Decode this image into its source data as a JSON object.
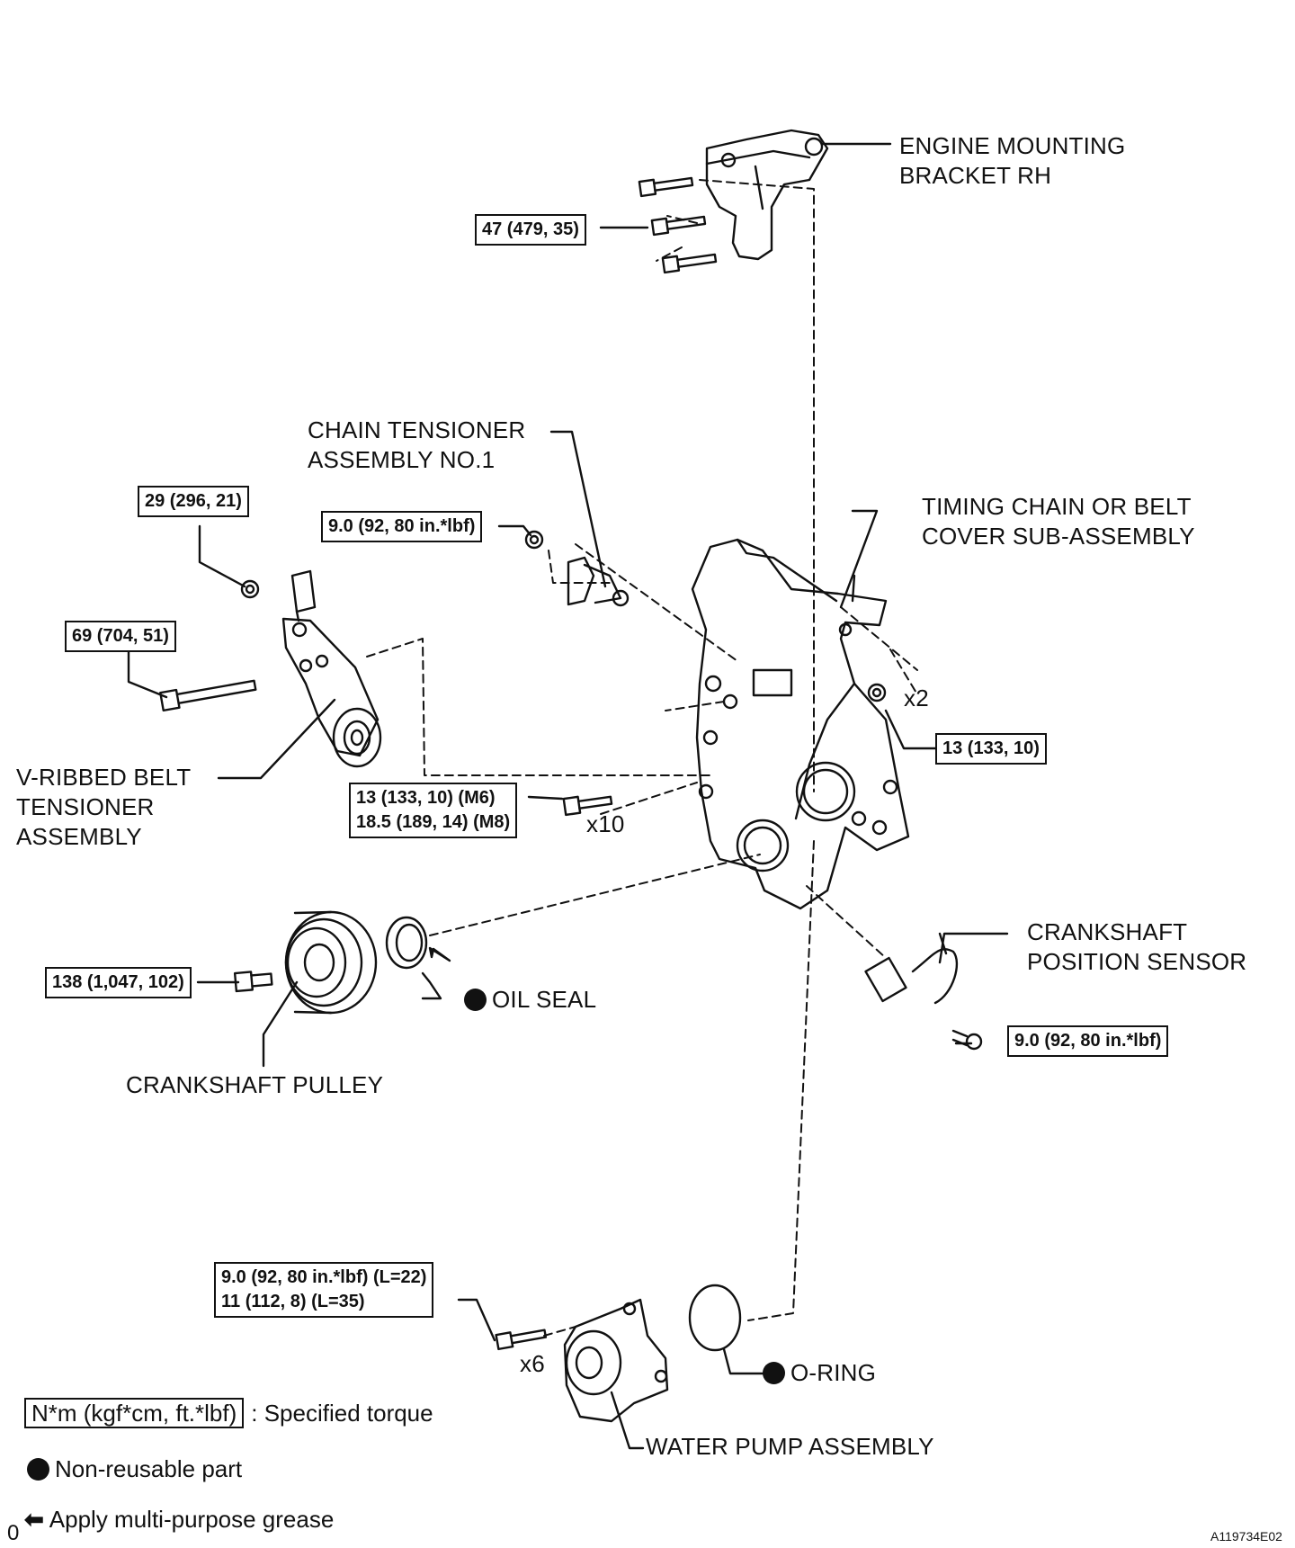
{
  "labels": {
    "engine_mounting_bracket": [
      "ENGINE MOUNTING",
      "BRACKET RH"
    ],
    "chain_tensioner": [
      "CHAIN TENSIONER",
      "ASSEMBLY NO.1"
    ],
    "timing_cover": [
      "TIMING CHAIN OR BELT",
      "COVER SUB-ASSEMBLY"
    ],
    "belt_tensioner": [
      "V-RIBBED BELT",
      "TENSIONER",
      "ASSEMBLY"
    ],
    "crankshaft_sensor": [
      "CRANKSHAFT",
      "POSITION SENSOR"
    ],
    "oil_seal": "OIL SEAL",
    "crankshaft_pulley": "CRANKSHAFT PULLEY",
    "o_ring": "O-RING",
    "water_pump": "WATER PUMP ASSEMBLY"
  },
  "torques": {
    "bracket_bolts": "47 (479, 35)",
    "tensioner_nut": "29 (296, 21)",
    "tensioner_bolt": "69 (704, 51)",
    "chain_tensioner_nut": "9.0 (92, 80 in.*lbf)",
    "cover_nuts": "13 (133, 10)",
    "cover_bolts": [
      "13 (133, 10) (M6)",
      "18.5 (189, 14) (M8)"
    ],
    "pulley_bolt": "138 (1,047, 102)",
    "sensor_bolt": "9.0 (92, 80 in.*lbf)",
    "pump_bolts": [
      "9.0 (92, 80 in.*lbf) (L=22)",
      "11 (112, 8) (L=35)"
    ]
  },
  "quantities": {
    "cover_nuts": "x2",
    "cover_bolts": "x10",
    "pump_bolts": "x6"
  },
  "legend": {
    "torque_key": "N*m (kgf*cm, ft.*lbf)",
    "torque_text": ": Specified torque",
    "nonreusable_text": "Non-reusable part",
    "grease_text": "Apply multi-purpose grease"
  },
  "figure_id": "A119734E02",
  "corner_mark": "0"
}
